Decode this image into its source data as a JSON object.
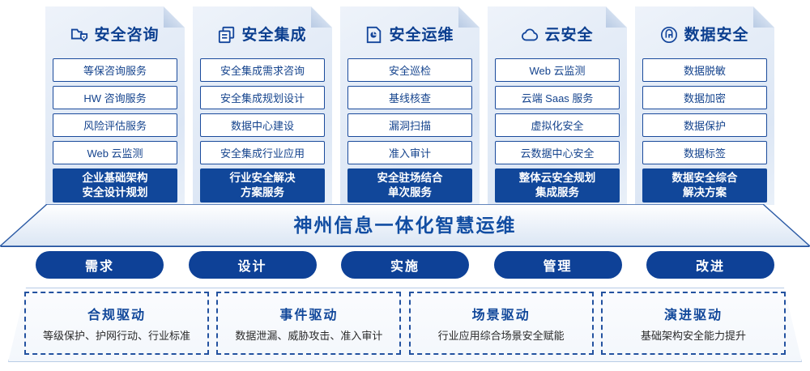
{
  "columns": [
    {
      "icon": "folder-shield-icon",
      "title": "安全咨询",
      "items": [
        "等保咨询服务",
        "HW 咨询服务",
        "风险评估服务",
        "Web 云监测"
      ],
      "final": [
        "企业基础架构",
        "安全设计规划"
      ]
    },
    {
      "icon": "stacked-documents-icon",
      "title": "安全集成",
      "items": [
        "安全集成需求咨询",
        "安全集成规划设计",
        "数据中心建设",
        "安全集成行业应用"
      ],
      "final": [
        "行业安全解决",
        "方案服务"
      ]
    },
    {
      "icon": "pie-chart-monitor-icon",
      "title": "安全运维",
      "items": [
        "安全巡检",
        "基线核查",
        "漏洞扫描",
        "准入审计"
      ],
      "final": [
        "安全驻场结合",
        "单次服务"
      ]
    },
    {
      "icon": "cloud-icon",
      "title": "云安全",
      "items": [
        "Web 云监测",
        "云端 Saas 服务",
        "虚拟化安全",
        "云数据中心安全"
      ],
      "final": [
        "整体云安全规划",
        "集成服务"
      ]
    },
    {
      "icon": "fingerprint-icon",
      "title": "数据安全",
      "items": [
        "数据脱敏",
        "数据加密",
        "数据保护",
        "数据标签"
      ],
      "final": [
        "数据安全综合",
        "解决方案"
      ]
    }
  ],
  "banner": {
    "title": "神州信息一体化智慧运维"
  },
  "stages": [
    {
      "label": "需求"
    },
    {
      "label": "设计"
    },
    {
      "label": "实施"
    },
    {
      "label": "管理"
    },
    {
      "label": "改进"
    }
  ],
  "drivers": [
    {
      "title": "合规驱动",
      "subtitle": "等级保护、护网行动、行业标准"
    },
    {
      "title": "事件驱动",
      "subtitle": "数据泄漏、威胁攻击、准入审计"
    },
    {
      "title": "场景驱动",
      "subtitle": "行业应用综合场景安全赋能"
    },
    {
      "title": "演进驱动",
      "subtitle": "基础架构安全能力提升"
    }
  ],
  "colors": {
    "primary": "#11479a",
    "accent": "#0e4197",
    "text": "#14438d"
  }
}
